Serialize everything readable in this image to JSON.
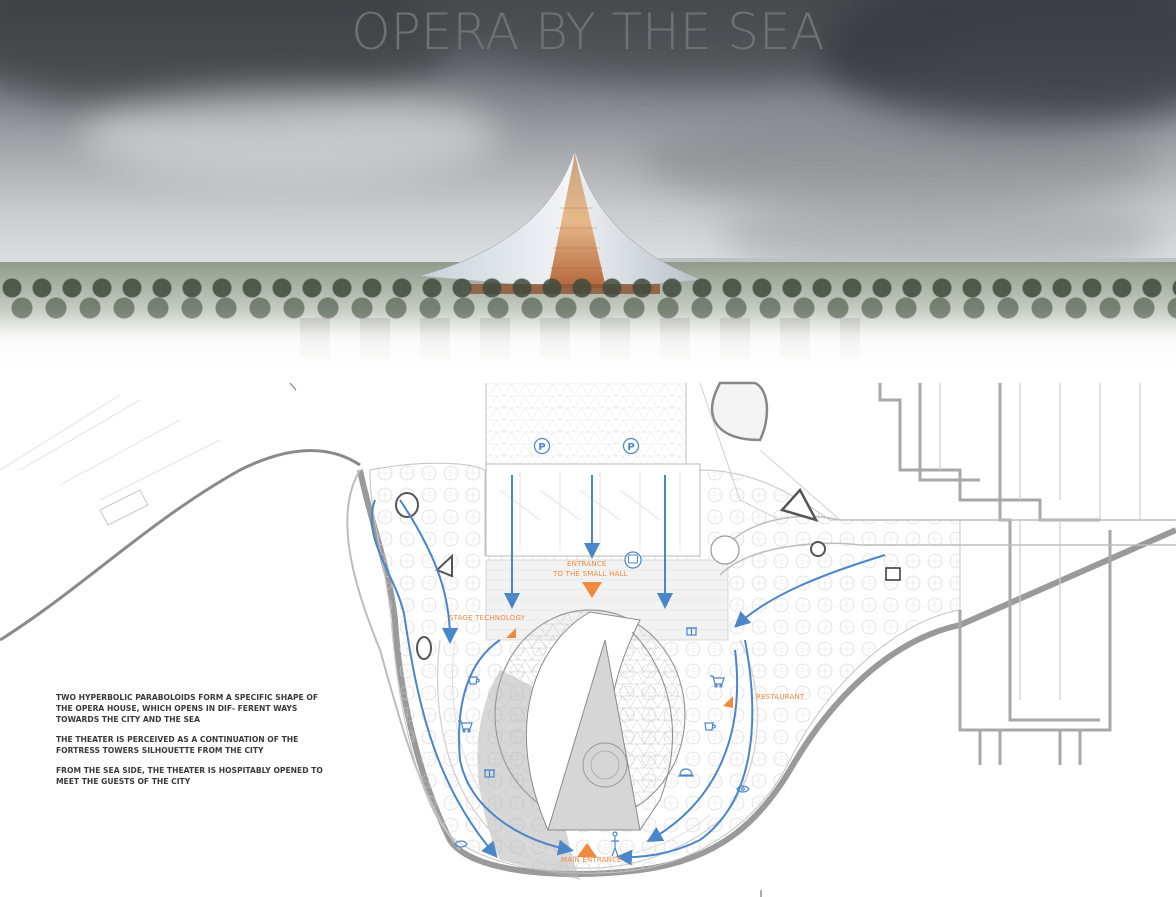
{
  "title": "OPERA BY THE SEA",
  "description": {
    "paragraphs": [
      "TWO HYPERBOLIC PARABOLOIDS FORM A SPECIFIC SHAPE OF THE OPERA HOUSE, WHICH OPENS IN DIF- FERENT WAYS TOWARDS THE CITY AND THE SEA",
      "THE THEATER IS PERCEIVED AS A CONTINUATION OF THE FORTRESS TOWERS SILHOUETTE FROM THE CITY",
      "FROM THE SEA SIDE, THE THEATER IS HOSPITABLY OPENED TO MEET THE GUESTS OF THE CITY"
    ]
  },
  "labels": {
    "entrance_small_hall_1": "ENTRANCE",
    "entrance_small_hall_2": "TO THE SMALL HALL",
    "stage_technology": "STAGE TECHNOLOGY",
    "restaurant": "RESTAURANT",
    "main_entrance": "MAIN ENTRANCE",
    "parking_symbol": "P"
  },
  "colors": {
    "accent_orange": "#f08a3c",
    "arrow_blue": "#4a86c8",
    "line_gray": "#9a9a9a",
    "title_gray": "#6f7174"
  },
  "icons": [
    "parking-icon",
    "parking-icon",
    "bus-icon",
    "coffee-icon",
    "cart-icon",
    "gift-icon",
    "cloche-icon",
    "eye-icon",
    "walking-person-icon"
  ]
}
